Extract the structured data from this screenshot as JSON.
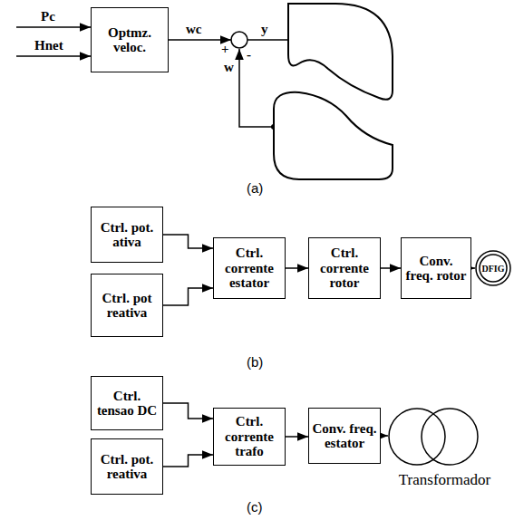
{
  "diagram": {
    "nodes": [
      {
        "text": [
          "Optmz. veloc."
        ]
      },
      {
        "text": [
          "Ctrl. pot. ativa"
        ]
      },
      {
        "text": [
          "Ctrl. pot reativa"
        ]
      },
      {
        "text": [
          "Ctrl. corrente estator"
        ]
      },
      {
        "text": [
          "Ctrl. corrente rotor"
        ]
      },
      {
        "text": [
          "Conv. freq. rotor"
        ]
      },
      {
        "text": [
          "DFIG"
        ]
      },
      {
        "text": [
          "Ctrl. tensao DC"
        ]
      },
      {
        "text": [
          "Ctrl. pot. reativa"
        ]
      },
      {
        "text": [
          "Ctrl. corrente trafo"
        ]
      },
      {
        "text": [
          "Conv. freq. estator"
        ]
      },
      {
        "text": [
          "Transformador"
        ]
      }
    ],
    "edges": [
      {
        "from": 1,
        "to": 3,
        "arrow": "to"
      },
      {
        "from": 2,
        "to": 3,
        "arrow": "to"
      },
      {
        "from": 3,
        "to": 4,
        "arrow": "to"
      },
      {
        "from": 4,
        "to": 5,
        "arrow": "to"
      },
      {
        "from": 5,
        "to": 6,
        "arrow": "to"
      },
      {
        "from": 7,
        "to": 9,
        "arrow": "to"
      },
      {
        "from": 8,
        "to": 9,
        "arrow": "to"
      },
      {
        "from": 9,
        "to": 10,
        "arrow": "to"
      },
      {
        "from": 10,
        "to": 11,
        "arrow": "to"
      }
    ],
    "labels": [
      "Pc",
      "Hnet",
      "wc",
      "+",
      "-",
      "w",
      "y",
      "(a)",
      "(b)",
      "(c)"
    ]
  }
}
